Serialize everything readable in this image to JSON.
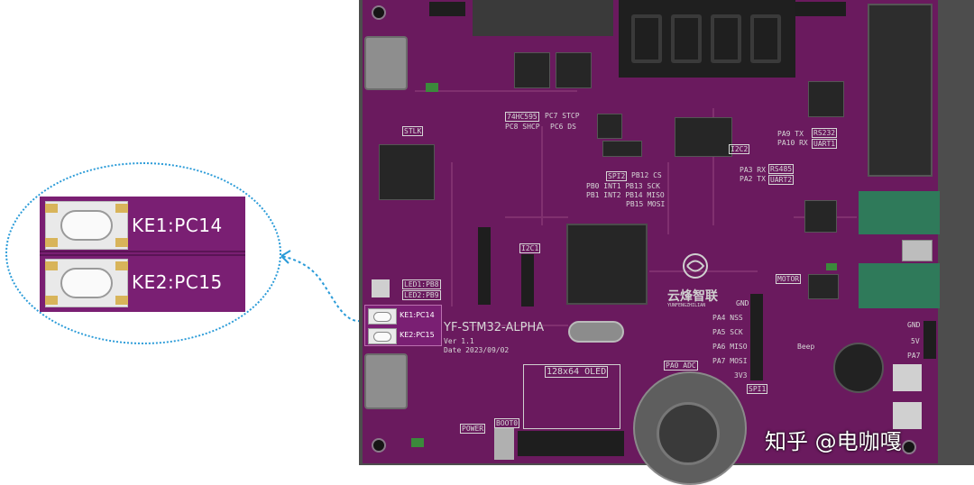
{
  "zoom": {
    "keys": [
      {
        "label": "KE1:PC14"
      },
      {
        "label": "KE2:PC15"
      }
    ]
  },
  "board": {
    "name": "YF-STM32-ALPHA",
    "version": "Ver 1.1",
    "date": "Date 2023/09/02",
    "brand": "云烽智联",
    "brand_en": "YUNFENGZHILIAN",
    "leds": [
      "LED1:PB8",
      "LED2:PB9"
    ],
    "keys": [
      "KE1:PC14",
      "KE2:PC15"
    ],
    "silk": {
      "shift_reg": "74HC595",
      "stcp": "PC7 STCP",
      "shcp": "PC8 SHCP",
      "ds": "PC6 DS",
      "spi2": "SPI2",
      "spi_lines": [
        "PB12 CS",
        "PB0 INT1 PB13 SCK",
        "PB1 INT2 PB14 MISO",
        "PB15 MOSI"
      ],
      "rs232": "RS232",
      "uart1": "UART1",
      "rs485": "RS485",
      "uart2": "UART2",
      "pa9": "PA9 TX",
      "pa10": "PA10 RX",
      "pa3": "PA3 RX",
      "pa2": "PA2 TX",
      "oled": "128x64 OLED",
      "spi1": "SPI1",
      "i2c1": "I2C1",
      "i2c2": "I2C2",
      "stlink": "STLK",
      "power": "POWER",
      "boot0": "BOOT0",
      "beep": "Beep",
      "gnd": "GND",
      "v5": "5V",
      "pa7": "PA7",
      "adc": "PA0 ADC",
      "motor": "MOTOR",
      "spi1_pins": [
        "GND",
        "PA4 NSS",
        "PA5 SCK",
        "PA6 MISO",
        "PA7 MOSI",
        "3V3"
      ]
    }
  },
  "watermark": "知乎 @电咖嘎"
}
